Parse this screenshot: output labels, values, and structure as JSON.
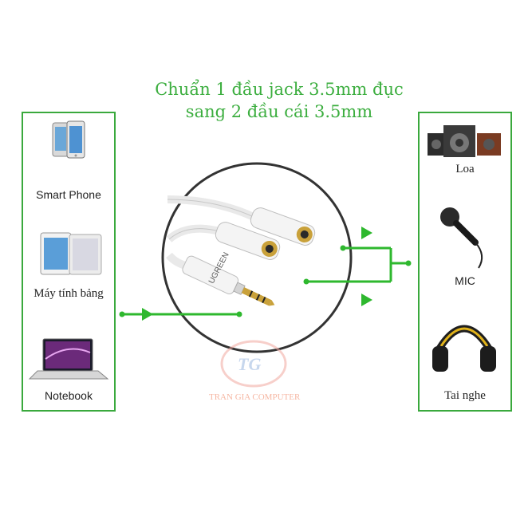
{
  "title": {
    "line1": "Chuẩn 1 đầu jack 3.5mm đục",
    "line2": "sang 2 đầu cái 3.5mm"
  },
  "sources": [
    {
      "label": "Smart Phone",
      "icon": "smartphone-icon"
    },
    {
      "label": "Máy tính bảng",
      "icon": "tablet-icon"
    },
    {
      "label": "Notebook",
      "icon": "laptop-icon"
    }
  ],
  "outputs": [
    {
      "label": "Loa",
      "icon": "speaker-icon"
    },
    {
      "label": "MIC",
      "icon": "microphone-icon"
    },
    {
      "label": "Tai nghe",
      "icon": "headphones-icon"
    }
  ],
  "product": {
    "brand": "UGREEN"
  },
  "watermark": {
    "logo": "TG",
    "text": "TRAN GIA COMPUTER"
  },
  "colors": {
    "accent": "#3aa93d",
    "arrow": "#2eb82e",
    "plug_gold": "#c9a13a"
  }
}
